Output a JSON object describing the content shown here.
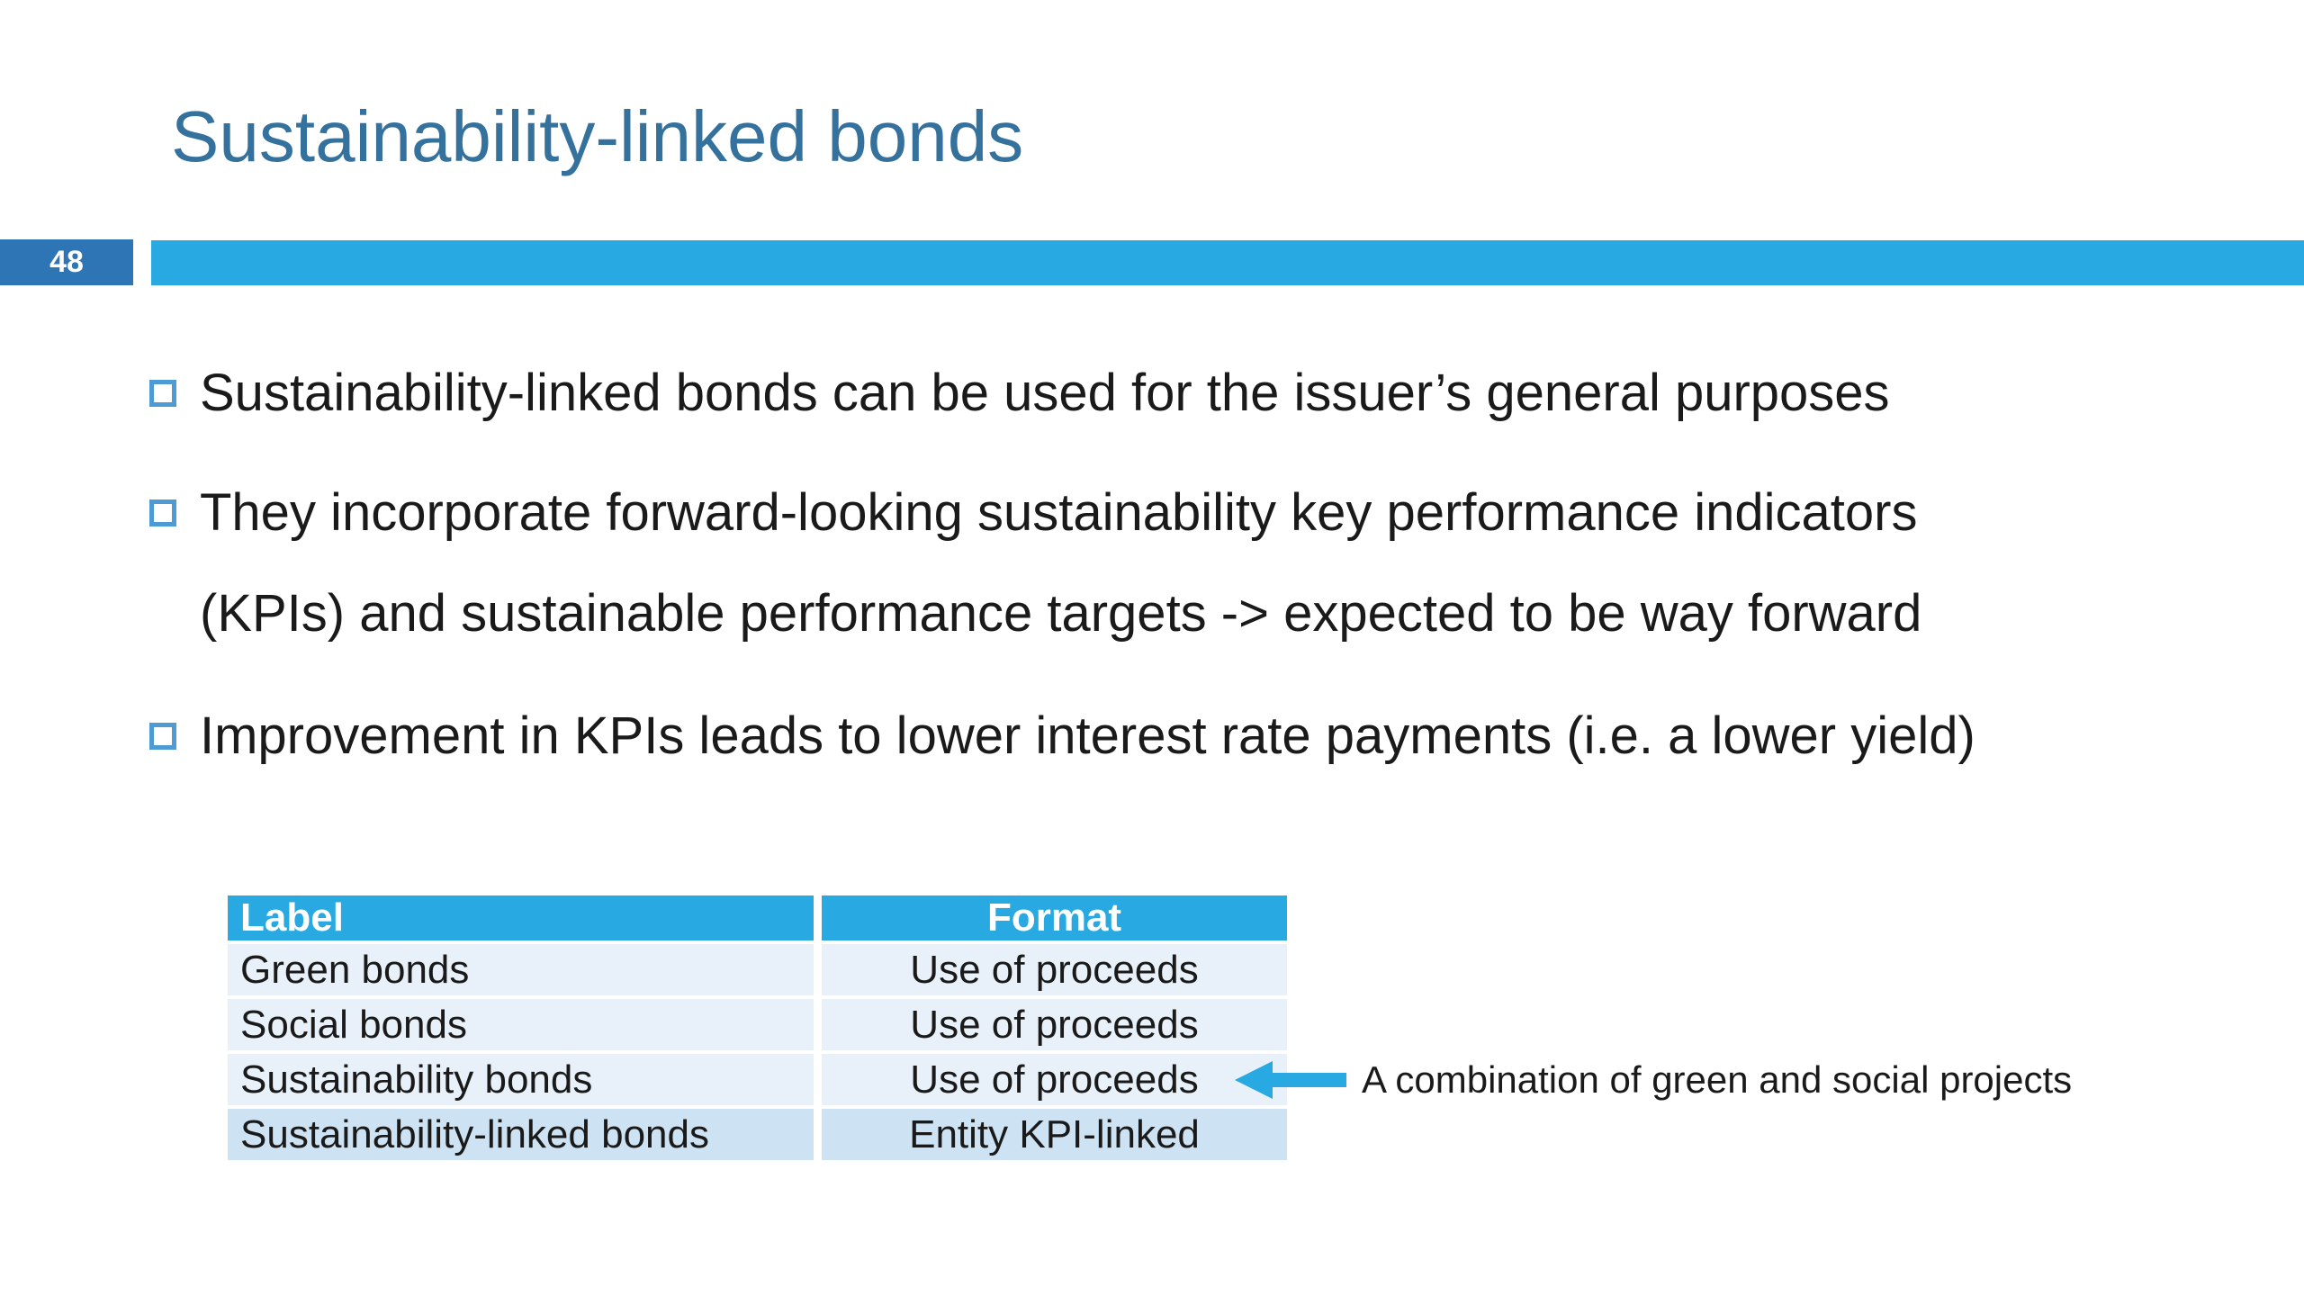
{
  "slide": {
    "title": "Sustainability-linked bonds",
    "page_number": "48",
    "bullets": [
      {
        "lines": [
          "Sustainability-linked bonds can be used for the issuer’s general purposes"
        ]
      },
      {
        "lines": [
          "They incorporate forward-looking sustainability key performance indicators",
          "(KPIs) and sustainable performance targets -> expected to be way forward"
        ]
      },
      {
        "lines": [
          "Improvement in KPIs leads to lower interest rate payments (i.e. a lower yield)"
        ]
      }
    ],
    "table": {
      "headers": [
        "Label",
        "Format"
      ],
      "rows": [
        [
          "Green bonds",
          "Use of proceeds"
        ],
        [
          "Social bonds",
          "Use of proceeds"
        ],
        [
          "Sustainability bonds",
          "Use of proceeds"
        ],
        [
          "Sustainability-linked bonds",
          "Entity KPI-linked"
        ]
      ],
      "highlighted_row_index": 3
    },
    "annotation": {
      "text": "A combination of green and social projects",
      "points_to": "Sustainability bonds / Use of proceeds"
    },
    "colors": {
      "accent_blue": "#29a9e1",
      "page_chip_blue": "#2e75b6",
      "title_blue": "#35719d",
      "bullet_outline_blue": "#4e9bd3",
      "table_row_bg": "#e8f1f9",
      "table_row_highlight_bg": "#cde3f4",
      "body_text": "#1a1a1a"
    }
  }
}
